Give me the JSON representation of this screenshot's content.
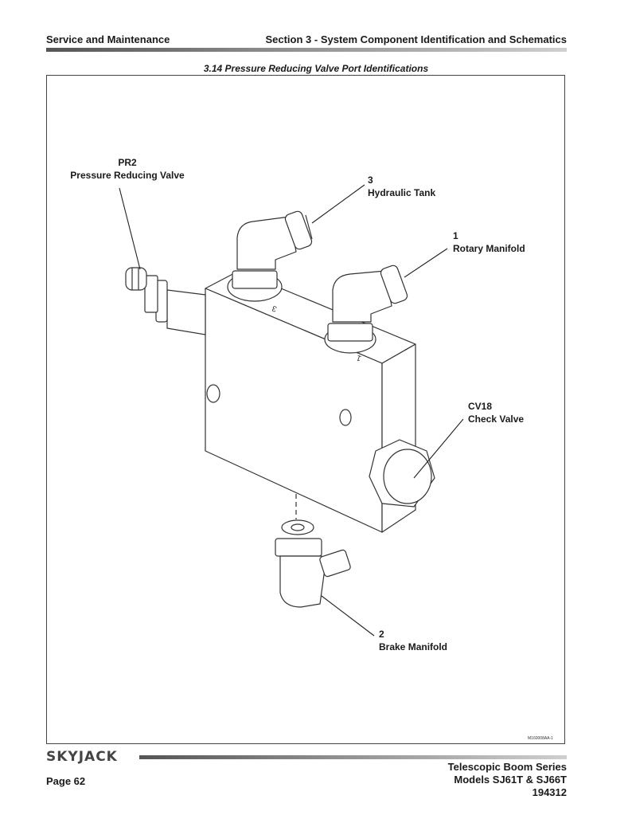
{
  "header": {
    "left": "Service and Maintenance",
    "right": "Section 3 - System Component Identification and Schematics"
  },
  "figure": {
    "title": "3.14 Pressure Reducing Valve Port Identifications",
    "part_number": "M160008AA-1",
    "callouts": {
      "pr2": {
        "id": "PR2",
        "label": "Pressure Reducing Valve"
      },
      "port3": {
        "id": "3",
        "label": "Hydraulic Tank"
      },
      "port1": {
        "id": "1",
        "label": "Rotary Manifold"
      },
      "cv18": {
        "id": "CV18",
        "label": "Check Valve"
      },
      "port2": {
        "id": "2",
        "label": "Brake Manifold"
      }
    },
    "port_marks": {
      "port3": "3",
      "port1": "1"
    }
  },
  "footer": {
    "logo": "SKYJACK",
    "page": "Page 62",
    "series": "Telescopic Boom Series",
    "models": "Models SJ61T & SJ66T",
    "doc_number": "194312"
  }
}
